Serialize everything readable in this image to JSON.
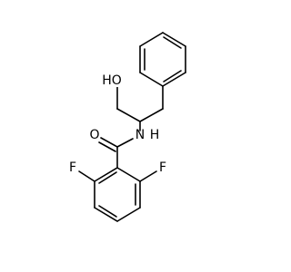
{
  "molecule": {
    "atoms": {
      "hydroxyl": "HO",
      "amide_nitrogen": "N",
      "amide_hydrogen": "H",
      "carbonyl_oxygen": "O",
      "fluorine_left": "F",
      "fluorine_right": "F"
    }
  },
  "colors": {
    "background": "#ffffff",
    "bond": "#000000",
    "label": "#000000"
  }
}
